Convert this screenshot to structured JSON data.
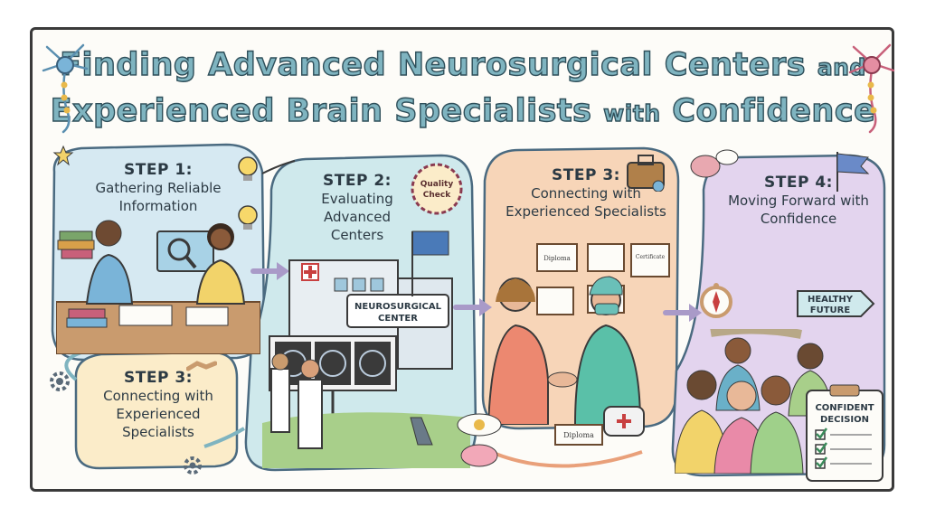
{
  "title": {
    "line1_main": "Finding Advanced Neurosurgical Centers",
    "line1_small": "and",
    "line2_main": "Experienced Brain Specialists",
    "line2_small": "with",
    "line2_end": "Confidence"
  },
  "steps": [
    {
      "number": "STEP 1:",
      "description": "Gathering Reliable Information"
    },
    {
      "number": "STEP 2:",
      "description": "Evaluating Advanced Centers"
    },
    {
      "number": "STEP 3:",
      "description": "Connecting with Experienced Specialists"
    },
    {
      "number": "STEP 4:",
      "description": "Moving Forward with Confidence"
    }
  ],
  "recap": {
    "number": "STEP 3:",
    "description": "Connecting with Experienced Specialists"
  },
  "labels": {
    "quality_check": "Quality Check",
    "center_sign_line1": "NEUROSURGICAL",
    "center_sign_line2": "CENTER",
    "healthy_future_line1": "HEALTHY",
    "healthy_future_line2": "FUTURE",
    "confident_line1": "CONFIDENT",
    "confident_line2": "DECISION",
    "diploma": "Diploma",
    "certificate": "Certificate"
  },
  "colors": {
    "step1": "#d6e9f2",
    "step2": "#cfe9ec",
    "step3": "#f7d5b8",
    "step4": "#e3d4ee",
    "recap": "#fbecc9",
    "title_fill": "#7fb4c0",
    "title_stroke": "#2f4f5a",
    "arrow": "#a99ac8"
  }
}
